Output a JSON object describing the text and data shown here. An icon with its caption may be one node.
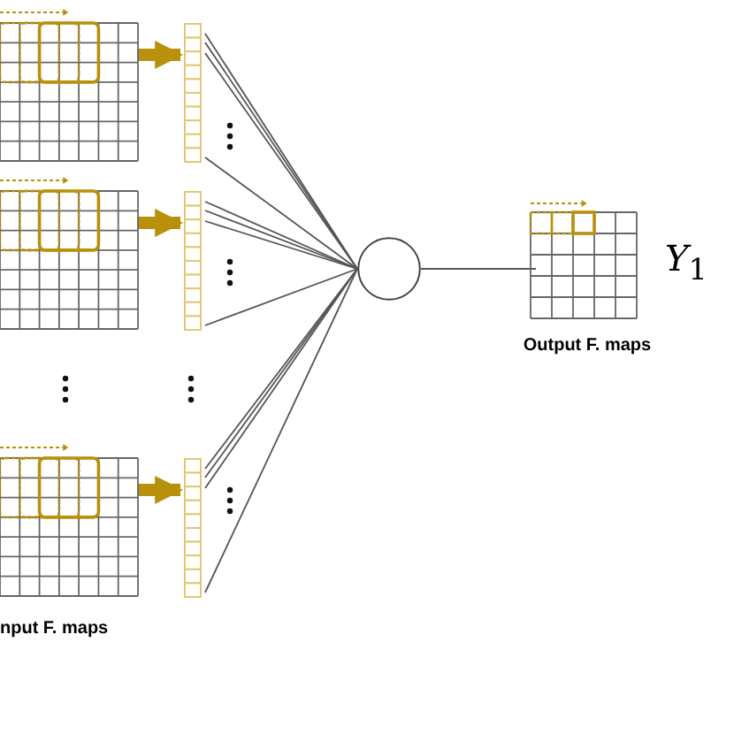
{
  "diagram": {
    "nodes": [
      {
        "text": [],
        "shape": "grid"
      },
      {
        "text": [],
        "shape": "bar"
      },
      {
        "text": [],
        "shape": "grid"
      },
      {
        "text": [],
        "shape": "bar"
      },
      {
        "text": [],
        "shape": "grid"
      },
      {
        "text": [],
        "shape": "bar"
      },
      {
        "text": [],
        "shape": "circle"
      },
      {
        "text": [
          "Output F. maps"
        ],
        "beside": [
          "*Y*$_{1}$"
        ]
      }
    ],
    "edges": [
      {
        "from": 0,
        "to": 1,
        "arrow": "to",
        "style": "thick",
        "color": "#b8900a"
      },
      {
        "from": 1,
        "to": 6,
        "arrow": "none"
      },
      {
        "from": 1,
        "to": 6,
        "arrow": "none"
      },
      {
        "from": 1,
        "to": 6,
        "arrow": "none"
      },
      {
        "from": 1,
        "to": 6,
        "arrow": "none"
      },
      {
        "from": 2,
        "to": 3,
        "arrow": "to",
        "style": "thick",
        "color": "#b8900a"
      },
      {
        "from": 3,
        "to": 6,
        "arrow": "none"
      },
      {
        "from": 3,
        "to": 6,
        "arrow": "none"
      },
      {
        "from": 3,
        "to": 6,
        "arrow": "none"
      },
      {
        "from": 3,
        "to": 6,
        "arrow": "none"
      },
      {
        "from": 4,
        "to": 5,
        "arrow": "to",
        "style": "thick",
        "color": "#b8900a"
      },
      {
        "from": 5,
        "to": 6,
        "arrow": "none"
      },
      {
        "from": 5,
        "to": 6,
        "arrow": "none"
      },
      {
        "from": 5,
        "to": 6,
        "arrow": "none"
      },
      {
        "from": 5,
        "to": 6,
        "arrow": "none"
      },
      {
        "from": 6,
        "to": 7,
        "arrow": "none"
      }
    ],
    "labels": [
      "nput F. maps"
    ]
  }
}
